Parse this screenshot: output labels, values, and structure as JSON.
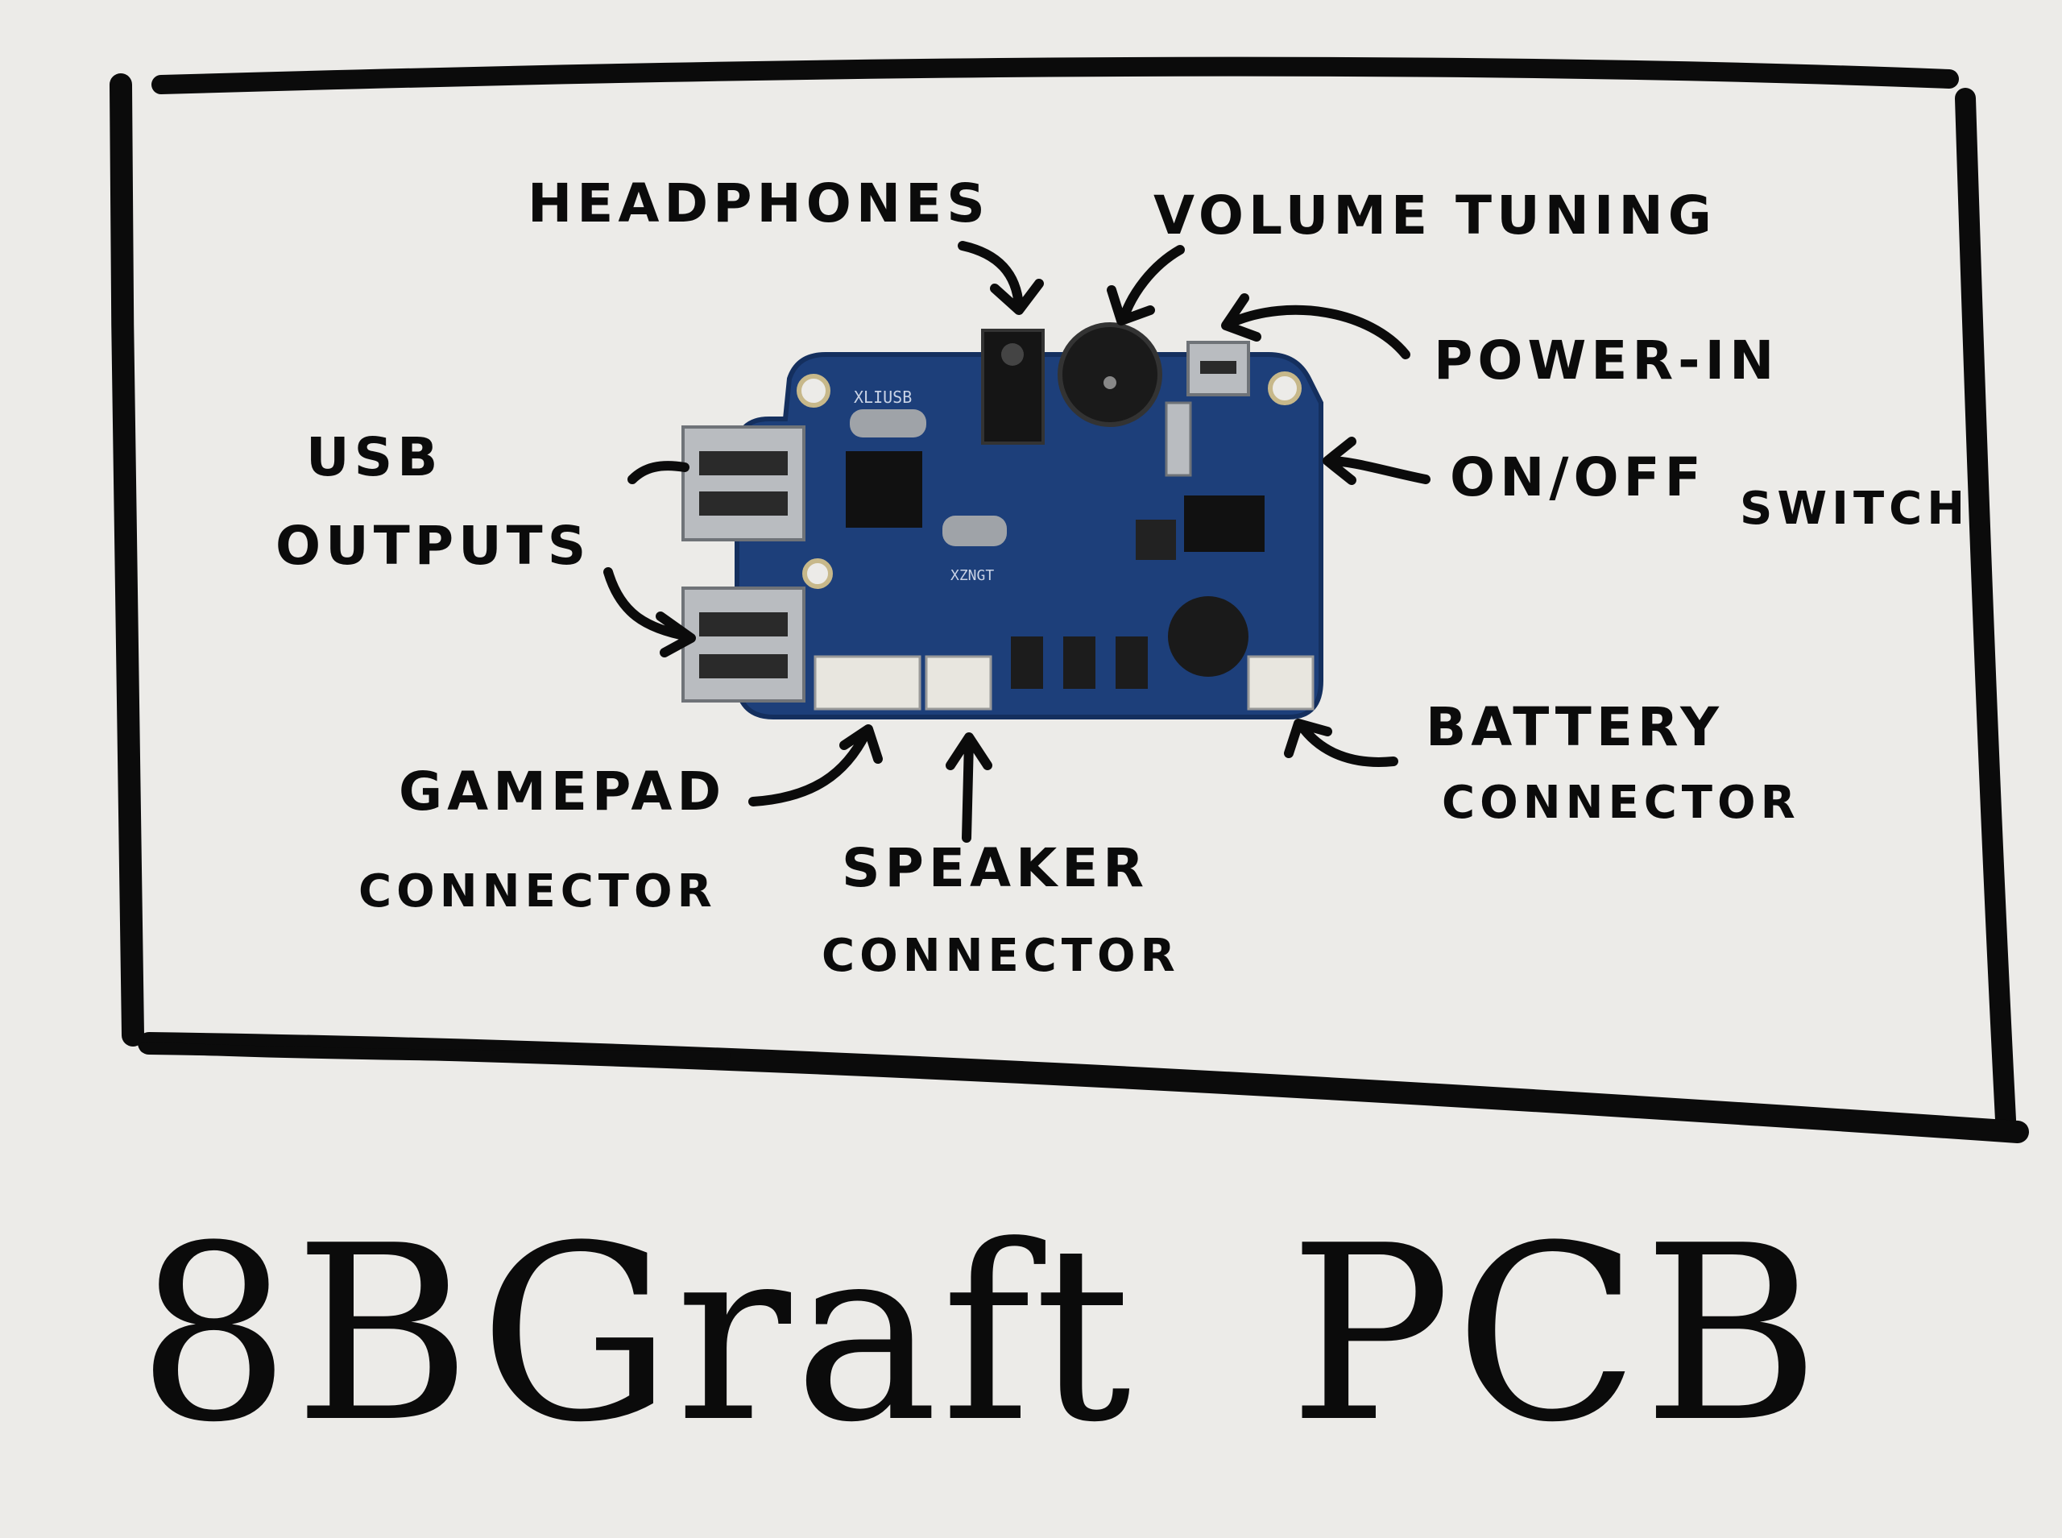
{
  "labels": {
    "headphones": "HEADPHONES",
    "volume": "VOLUME TUNING",
    "power_in": "POWER-IN",
    "on_off_1": "ON/OFF",
    "on_off_2": "SWITCH",
    "usb_1": "USB",
    "usb_2": "OUTPUTS",
    "gamepad_1": "GAMEPAD",
    "gamepad_2": "CONNECTOR",
    "speaker_1": "SPEAKER",
    "speaker_2": "CONNECTOR",
    "battery_1": "BATTERY",
    "battery_2": "CONNECTOR"
  },
  "title": {
    "left": "8BGraft",
    "right": "PCB"
  },
  "board": {
    "silkscreen_1": "XLIUSB",
    "silkscreen_2": "XZNGT"
  },
  "colors": {
    "paper": "#ecebe8",
    "ink": "#0b0b0b",
    "pcb": "#1d3f7a",
    "pcb_dark": "#142f5e",
    "metal": "#b9bcc0",
    "connector": "#e8e6df"
  }
}
